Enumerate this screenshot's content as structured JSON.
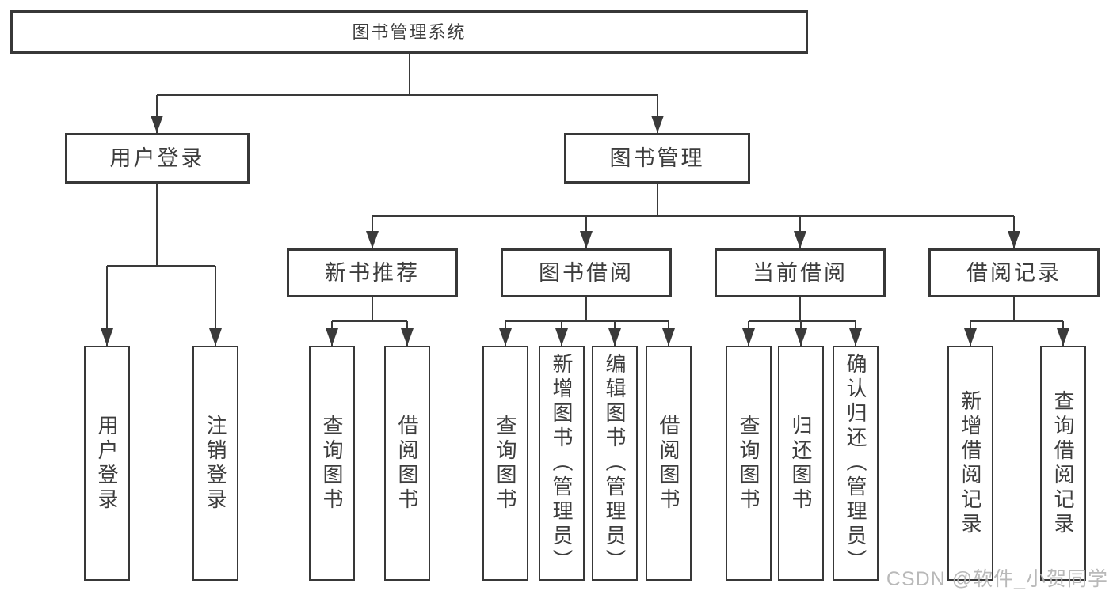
{
  "tree": {
    "root": {
      "label": "图书管理系统"
    },
    "branches": [
      {
        "label": "用户登录",
        "children": [
          {
            "label": "用户登录"
          },
          {
            "label": "注销登录"
          }
        ]
      },
      {
        "label": "图书管理",
        "children": [
          {
            "label": "新书推荐",
            "children": [
              {
                "label": "查询图书"
              },
              {
                "label": "借阅图书"
              }
            ]
          },
          {
            "label": "图书借阅",
            "children": [
              {
                "label": "查询图书"
              },
              {
                "label": "新增图书（管理员）"
              },
              {
                "label": "编辑图书（管理员）"
              },
              {
                "label": "借阅图书"
              }
            ]
          },
          {
            "label": "当前借阅",
            "children": [
              {
                "label": "查询图书"
              },
              {
                "label": "归还图书"
              },
              {
                "label": "确认归还（管理员）"
              }
            ]
          },
          {
            "label": "借阅记录",
            "children": [
              {
                "label": "新增借阅记录"
              },
              {
                "label": "查询借阅记录"
              }
            ]
          }
        ]
      }
    ]
  },
  "watermark": {
    "text": "CSDN @软件_小贺同学"
  },
  "colors": {
    "line": "#3a3a3a",
    "text": "#3d3d3d",
    "box_background": "#ffffff",
    "page_background": "#ffffff",
    "watermark": "#b3b3b3"
  }
}
